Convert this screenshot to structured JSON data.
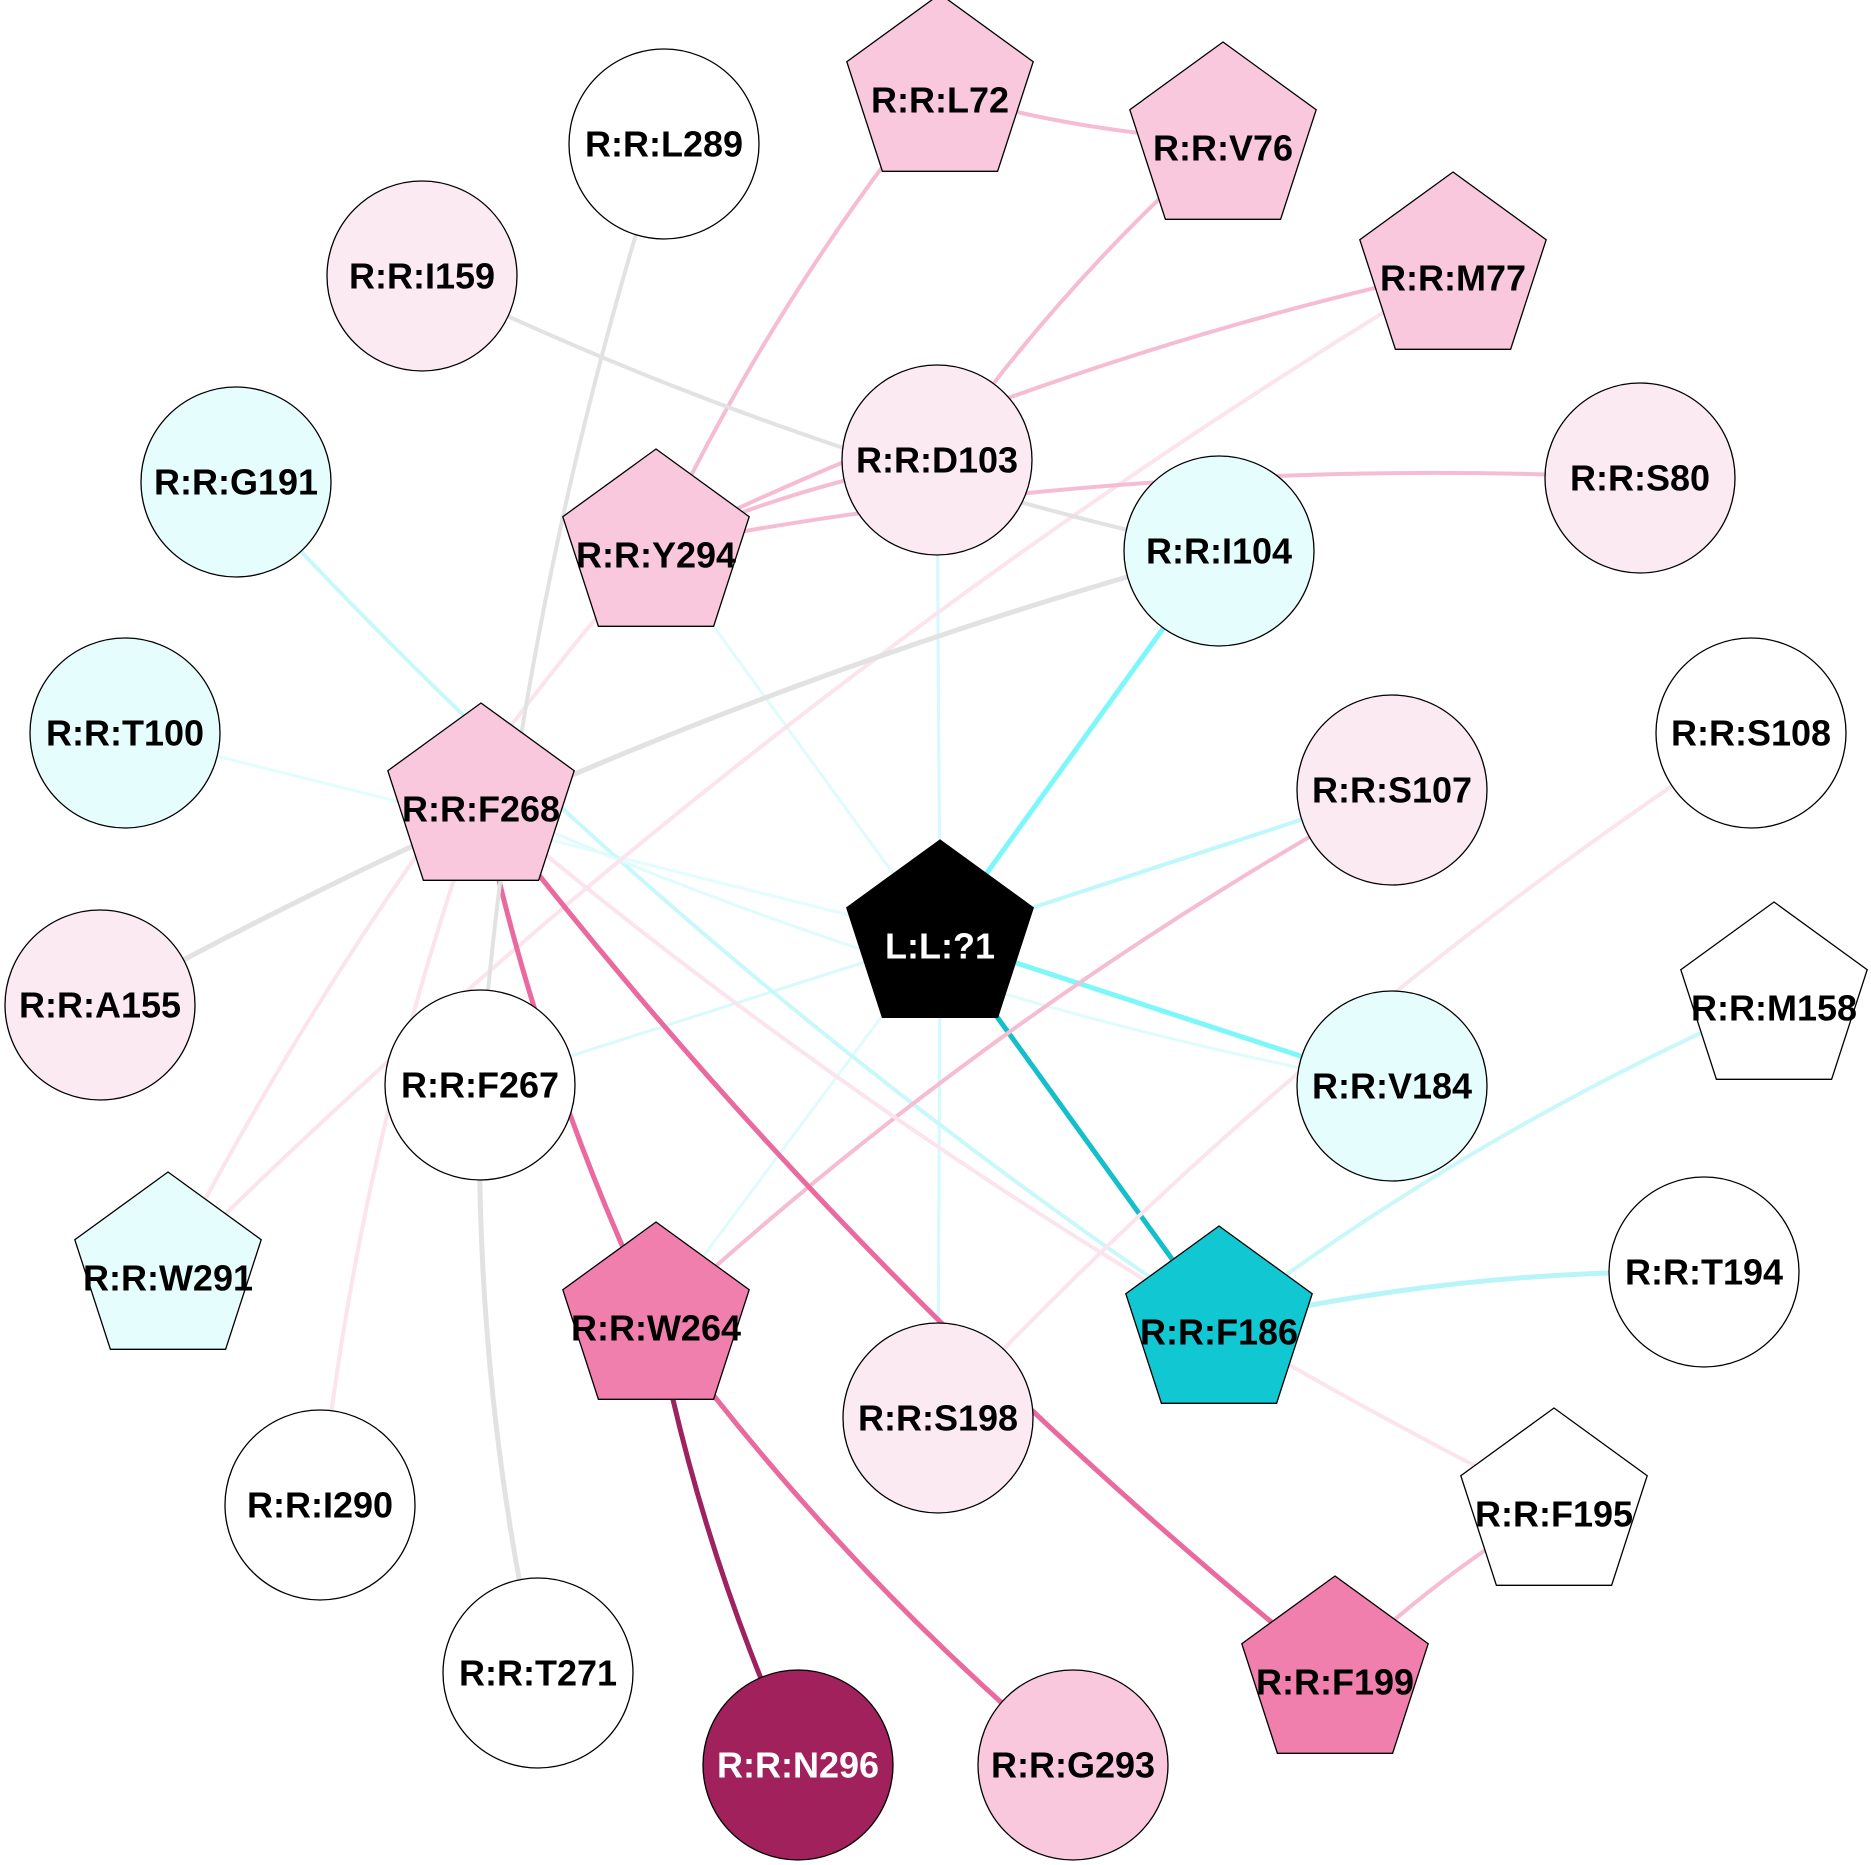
{
  "nodes": [
    {
      "id": "LL1",
      "label": "L:L:?1",
      "shape": "pentagon",
      "fill": "#000000",
      "text_color": "#ffffff"
    },
    {
      "id": "L289",
      "label": "R:R:L289",
      "shape": "circle",
      "fill": "#ffffff",
      "text_color": "#000000"
    },
    {
      "id": "L72",
      "label": "R:R:L72",
      "shape": "pentagon",
      "fill": "#f9c8dd",
      "text_color": "#000000"
    },
    {
      "id": "V76",
      "label": "R:R:V76",
      "shape": "pentagon",
      "fill": "#f9c8dd",
      "text_color": "#000000"
    },
    {
      "id": "I159",
      "label": "R:R:I159",
      "shape": "circle",
      "fill": "#fbeaf2",
      "text_color": "#000000"
    },
    {
      "id": "M77",
      "label": "R:R:M77",
      "shape": "pentagon",
      "fill": "#f9c8dd",
      "text_color": "#000000"
    },
    {
      "id": "D103",
      "label": "R:R:D103",
      "shape": "circle",
      "fill": "#fbeaf2",
      "text_color": "#000000"
    },
    {
      "id": "G191",
      "label": "R:R:G191",
      "shape": "circle",
      "fill": "#e6fdfd",
      "text_color": "#000000"
    },
    {
      "id": "Y294",
      "label": "R:R:Y294",
      "shape": "pentagon",
      "fill": "#f9c8dd",
      "text_color": "#000000"
    },
    {
      "id": "S80",
      "label": "R:R:S80",
      "shape": "circle",
      "fill": "#fbeaf2",
      "text_color": "#000000"
    },
    {
      "id": "I104",
      "label": "R:R:I104",
      "shape": "circle",
      "fill": "#e6fdfd",
      "text_color": "#000000"
    },
    {
      "id": "T100",
      "label": "R:R:T100",
      "shape": "circle",
      "fill": "#e6fdfd",
      "text_color": "#000000"
    },
    {
      "id": "S108",
      "label": "R:R:S108",
      "shape": "circle",
      "fill": "#ffffff",
      "text_color": "#000000"
    },
    {
      "id": "F268",
      "label": "R:R:F268",
      "shape": "pentagon",
      "fill": "#f9c8dd",
      "text_color": "#000000"
    },
    {
      "id": "S107",
      "label": "R:R:S107",
      "shape": "circle",
      "fill": "#fbeaf2",
      "text_color": "#000000"
    },
    {
      "id": "A155",
      "label": "R:R:A155",
      "shape": "circle",
      "fill": "#fbeaf2",
      "text_color": "#000000"
    },
    {
      "id": "M158",
      "label": "R:R:M158",
      "shape": "pentagon",
      "fill": "#ffffff",
      "text_color": "#000000"
    },
    {
      "id": "F267",
      "label": "R:R:F267",
      "shape": "circle",
      "fill": "#ffffff",
      "text_color": "#000000"
    },
    {
      "id": "V184",
      "label": "R:R:V184",
      "shape": "circle",
      "fill": "#e6fdfd",
      "text_color": "#000000"
    },
    {
      "id": "W291",
      "label": "R:R:W291",
      "shape": "pentagon",
      "fill": "#e6fdfd",
      "text_color": "#000000"
    },
    {
      "id": "W264",
      "label": "R:R:W264",
      "shape": "pentagon",
      "fill": "#f07fae",
      "text_color": "#000000"
    },
    {
      "id": "F186",
      "label": "R:R:F186",
      "shape": "pentagon",
      "fill": "#11c8d2",
      "text_color": "#000000"
    },
    {
      "id": "T194",
      "label": "R:R:T194",
      "shape": "circle",
      "fill": "#ffffff",
      "text_color": "#000000"
    },
    {
      "id": "S198",
      "label": "R:R:S198",
      "shape": "circle",
      "fill": "#fbeaf2",
      "text_color": "#000000"
    },
    {
      "id": "I290",
      "label": "R:R:I290",
      "shape": "circle",
      "fill": "#ffffff",
      "text_color": "#000000"
    },
    {
      "id": "F195",
      "label": "R:R:F195",
      "shape": "pentagon",
      "fill": "#ffffff",
      "text_color": "#000000"
    },
    {
      "id": "T271",
      "label": "R:R:T271",
      "shape": "circle",
      "fill": "#ffffff",
      "text_color": "#000000"
    },
    {
      "id": "N296",
      "label": "R:R:N296",
      "shape": "circle",
      "fill": "#a0215c",
      "text_color": "#ffffff"
    },
    {
      "id": "G293",
      "label": "R:R:G293",
      "shape": "circle",
      "fill": "#f9c8dd",
      "text_color": "#000000"
    },
    {
      "id": "F199",
      "label": "R:R:F199",
      "shape": "pentagon",
      "fill": "#f07fae",
      "text_color": "#000000"
    }
  ],
  "edges": [
    {
      "source": "LL1",
      "target": "I104",
      "color": "#7ef7fb",
      "weight": 5
    },
    {
      "source": "LL1",
      "target": "F186",
      "color": "#15bfc9",
      "weight": 5
    },
    {
      "source": "LL1",
      "target": "V184",
      "color": "#7ef7fb",
      "weight": 5
    },
    {
      "source": "LL1",
      "target": "S107",
      "color": "#bff8fa",
      "weight": 4
    },
    {
      "source": "LL1",
      "target": "D103",
      "color": "#d3fafc",
      "weight": 3
    },
    {
      "source": "LL1",
      "target": "Y294",
      "color": "#dffbfc",
      "weight": 3
    },
    {
      "source": "LL1",
      "target": "T100",
      "color": "#e3fcfd",
      "weight": 3
    },
    {
      "source": "LL1",
      "target": "F267",
      "color": "#d9fafc",
      "weight": 3
    },
    {
      "source": "LL1",
      "target": "S198",
      "color": "#d3fafc",
      "weight": 3
    },
    {
      "source": "LL1",
      "target": "W264",
      "color": "#dffbfc",
      "weight": 3
    },
    {
      "source": "G191",
      "target": "F186",
      "color": "#c9f8fa",
      "weight": 4
    },
    {
      "source": "M158",
      "target": "F186",
      "color": "#c9f8fa",
      "weight": 4
    },
    {
      "source": "T194",
      "target": "F186",
      "color": "#b8f5f8",
      "weight": 5
    },
    {
      "source": "F268",
      "target": "V184",
      "color": "#e0fbfc",
      "weight": 3
    },
    {
      "source": "L72",
      "target": "V76",
      "color": "#f5bcd4",
      "weight": 4
    },
    {
      "source": "L72",
      "target": "Y294",
      "color": "#f5bcd4",
      "weight": 4
    },
    {
      "source": "V76",
      "target": "D103",
      "color": "#f5bcd4",
      "weight": 4
    },
    {
      "source": "M77",
      "target": "Y294",
      "color": "#f5bcd4",
      "weight": 4
    },
    {
      "source": "M77",
      "target": "W291",
      "color": "#fbe4ee",
      "weight": 4
    },
    {
      "source": "D103",
      "target": "Y294",
      "color": "#f5bcd4",
      "weight": 4
    },
    {
      "source": "S80",
      "target": "Y294",
      "color": "#f5bcd4",
      "weight": 4
    },
    {
      "source": "Y294",
      "target": "W291",
      "color": "#fbe4ee",
      "weight": 4
    },
    {
      "source": "S107",
      "target": "W264",
      "color": "#f5bcd4",
      "weight": 4
    },
    {
      "source": "S108",
      "target": "S198",
      "color": "#fbe4ee",
      "weight": 4
    },
    {
      "source": "F268",
      "target": "W264",
      "color": "#ea6a9f",
      "weight": 5
    },
    {
      "source": "F268",
      "target": "F199",
      "color": "#ea6a9f",
      "weight": 5
    },
    {
      "source": "F268",
      "target": "F195",
      "color": "#fbe4ee",
      "weight": 4
    },
    {
      "source": "W264",
      "target": "N296",
      "color": "#9e2160",
      "weight": 5
    },
    {
      "source": "W264",
      "target": "G293",
      "color": "#ea6a9f",
      "weight": 5
    },
    {
      "source": "F195",
      "target": "F199",
      "color": "#f5bcd4",
      "weight": 4
    },
    {
      "source": "F268",
      "target": "I290",
      "color": "#fbe4ee",
      "weight": 4
    },
    {
      "source": "I159",
      "target": "I104",
      "color": "#e2e2e2",
      "weight": 4
    },
    {
      "source": "I104",
      "target": "A155",
      "color": "#e2e2e2",
      "weight": 5
    },
    {
      "source": "L289",
      "target": "F267",
      "color": "#e2e2e2",
      "weight": 4
    },
    {
      "source": "F267",
      "target": "T271",
      "color": "#e2e2e2",
      "weight": 5
    }
  ]
}
